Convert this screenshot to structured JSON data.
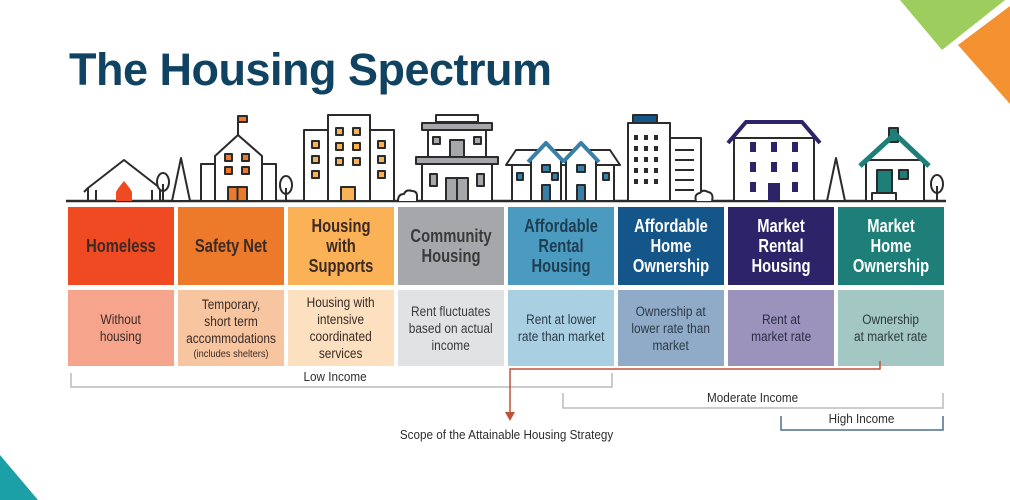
{
  "title": "The Housing Spectrum",
  "categories": [
    {
      "name": "Homeless",
      "description": "Without\nhousing",
      "note": "",
      "color": "#f04a23",
      "light_color": "#f7a48c",
      "text_color": "#3b2a26",
      "desc_color": "#3b2a26"
    },
    {
      "name": "Safety Net",
      "description": "Temporary,\nshort term\naccommodations",
      "note": "(includes shelters)",
      "color": "#ec7a2a",
      "light_color": "#f7c6a0",
      "text_color": "#3b2a26",
      "desc_color": "#3b2a26"
    },
    {
      "name": "Housing with\nSupports",
      "description": "Housing with\nintensive\ncoordinated\nservices",
      "note": "",
      "color": "#fbb257",
      "light_color": "#fce0c0",
      "text_color": "#3b2a26",
      "desc_color": "#3b2a26"
    },
    {
      "name": "Community\nHousing",
      "description": "Rent fluctuates\nbased on actual\nincome",
      "note": "",
      "color": "#a5a7aa",
      "light_color": "#e1e2e4",
      "text_color": "#3a3a3a",
      "desc_color": "#3a3a3a"
    },
    {
      "name": "Affordable\nRental\nHousing",
      "description": "Rent at lower\nrate than market",
      "note": "",
      "color": "#4b9bc0",
      "light_color": "#a9cfe2",
      "text_color": "#1f3e52",
      "desc_color": "#2d3b47"
    },
    {
      "name": "Affordable\nHome\nOwnership",
      "description": "Ownership at\nlower rate than\nmarket",
      "note": "",
      "color": "#15568a",
      "light_color": "#8fabc8",
      "text_color": "#ffffff",
      "desc_color": "#2d3b47"
    },
    {
      "name": "Market\nRental\nHousing",
      "description": "Rent at\nmarket rate",
      "note": "",
      "color": "#2d2368",
      "light_color": "#9c93bd",
      "text_color": "#ffffff",
      "desc_color": "#2d2d45"
    },
    {
      "name": "Market\nHome\nOwnership",
      "description": "Ownership\nat market rate",
      "note": "",
      "color": "#1d7f77",
      "light_color": "#a3c7c3",
      "text_color": "#ffffff",
      "desc_color": "#2d3b3b"
    }
  ],
  "income_brackets": [
    {
      "label": "Low Income",
      "from_category": 1,
      "to_category": 5
    },
    {
      "label": "Moderate Income",
      "from_category": 5,
      "to_category": 8
    },
    {
      "label": "High Income",
      "from_category": 7,
      "to_category": 8
    }
  ],
  "scope": {
    "label": "Scope of the Attainable Housing Strategy",
    "from_category": 5,
    "to_category": 8,
    "color": "#c0523b"
  },
  "decor_colors": {
    "green": "#9ccd5d",
    "orange": "#f49131",
    "teal": "#1aa0a6",
    "title": "#0f4361"
  }
}
